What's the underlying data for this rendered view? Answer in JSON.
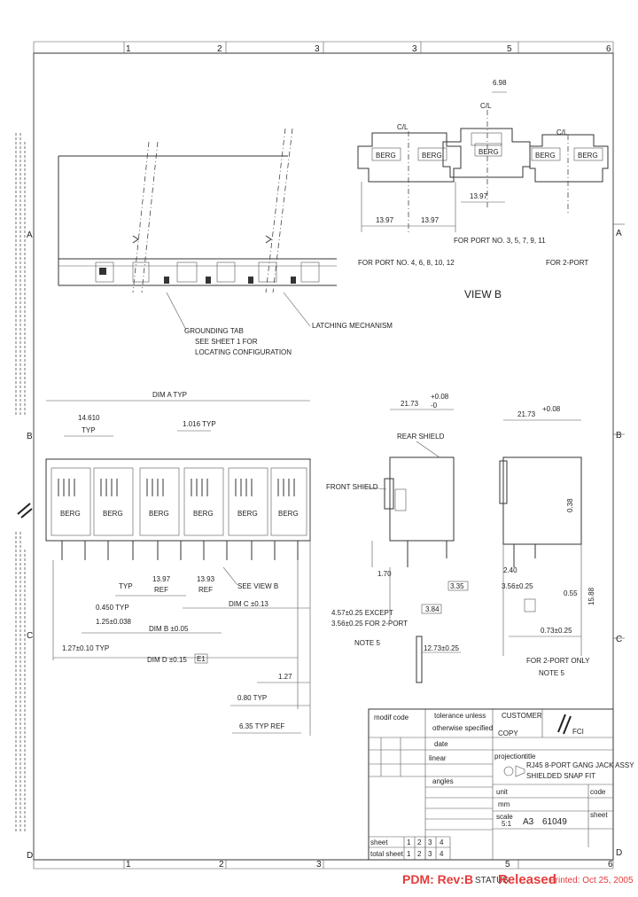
{
  "border": {
    "cols_top": [
      "1",
      "2",
      "3",
      "3",
      "5",
      "6"
    ],
    "cols_bottom": [
      "1",
      "2",
      "3",
      "5",
      "6"
    ],
    "rows_right": [
      "A",
      "B",
      "C",
      "D"
    ],
    "rows_left": [
      "A",
      "B",
      "C",
      "D"
    ]
  },
  "view_b": {
    "title": "VIEW B",
    "left_caption": "FOR PORT NO. 4, 6, 8, 10, 12",
    "mid_caption": "FOR PORT NO. 3, 5, 7, 9, 11",
    "right_caption": "FOR 2-PORT",
    "dim_left_a": "13.97",
    "dim_left_b": "13.97",
    "dim_mid": "13.97",
    "dim_top": "6.98",
    "cl": "C/L",
    "berg": "BERG"
  },
  "top_view": {
    "grounding_note": [
      "GROUNDING TAB",
      "SEE SHEET 1 FOR",
      "LOCATING CONFIGURATION"
    ],
    "latch_note": "LATCHING MECHANISM"
  },
  "front_view": {
    "dim_a_typ": "DIM A TYP",
    "dim_1": "14.610",
    "typ": "TYP",
    "dim_2": "1.016 TYP",
    "ref_a": "13.97",
    "ref_b": "13.93",
    "ref": "REF",
    "see_view_b": "SEE VIEW B",
    "dim_c": "DIM C ±0.13",
    "dim_3": "0.450 TYP",
    "dim_4": "1.25±0.038",
    "dim_b": "DIM B ±0.05",
    "dim_5": "1.27±0.10 TYP",
    "dim_d": "DIM D ±0.15",
    "dim_d_tag": "E1",
    "dim_6": "1.27",
    "dim_7": "0.80 TYP",
    "dim_8": "6.35 TYP REF"
  },
  "side_view": {
    "dim_top": "21.73",
    "tol_top": [
      "+0.08",
      "-0"
    ],
    "rear_shield": "REAR SHIELD",
    "front_shield": "FRONT SHIELD",
    "dim_a": "1.70",
    "dim_b": "3.35",
    "dim_c": "3.84",
    "dim_d": "12.73±0.25",
    "note_a": "4.57±0.25 EXCEPT",
    "note_b": "3.56±0.25 FOR 2-PORT",
    "note5": "NOTE 5"
  },
  "side_view_2": {
    "dim_top": "21.73",
    "tol_top": "+0.08",
    "dim_a": "2.40",
    "dim_b": "3.56±0.25",
    "dim_c": "0.55",
    "dim_d": "0.73±0.25",
    "dim_e": "15.88",
    "dim_f": "0.38",
    "caption": "FOR 2-PORT ONLY",
    "note5": "NOTE 5"
  },
  "title_block": {
    "modif_code": "modif code",
    "tolerance": [
      "tolerance unless",
      "otherwise specified"
    ],
    "customer": "CUSTOMER",
    "copy": "COPY",
    "date_label": "date",
    "linear": "linear",
    "angles": "angles",
    "projection": "projection",
    "title_label": "title",
    "title_1": "RJ45 8-PORT GANG JACK ASSY",
    "title_2": "SHIELDED SNAP FIT",
    "unit": "unit",
    "unit_val": "mm",
    "scale": "scale",
    "scale_val": "5:1",
    "format": "A3",
    "part": "61049",
    "code": "code",
    "sheet": "sheet",
    "sheet_row": [
      "1",
      "2",
      "3",
      "4"
    ],
    "total_row": [
      "1",
      "2",
      "3",
      "4"
    ],
    "sheet_label": "sheet",
    "total_label": "total sheet",
    "company": "FCI"
  },
  "footer": {
    "pdm": "PDM: Rev:B",
    "status_label": "STATUS:",
    "status_value": "Released",
    "printed": "Printed: Oct 25, 2005"
  },
  "colors": {
    "stamp_red": "#e53b3b",
    "line": "#333333"
  }
}
